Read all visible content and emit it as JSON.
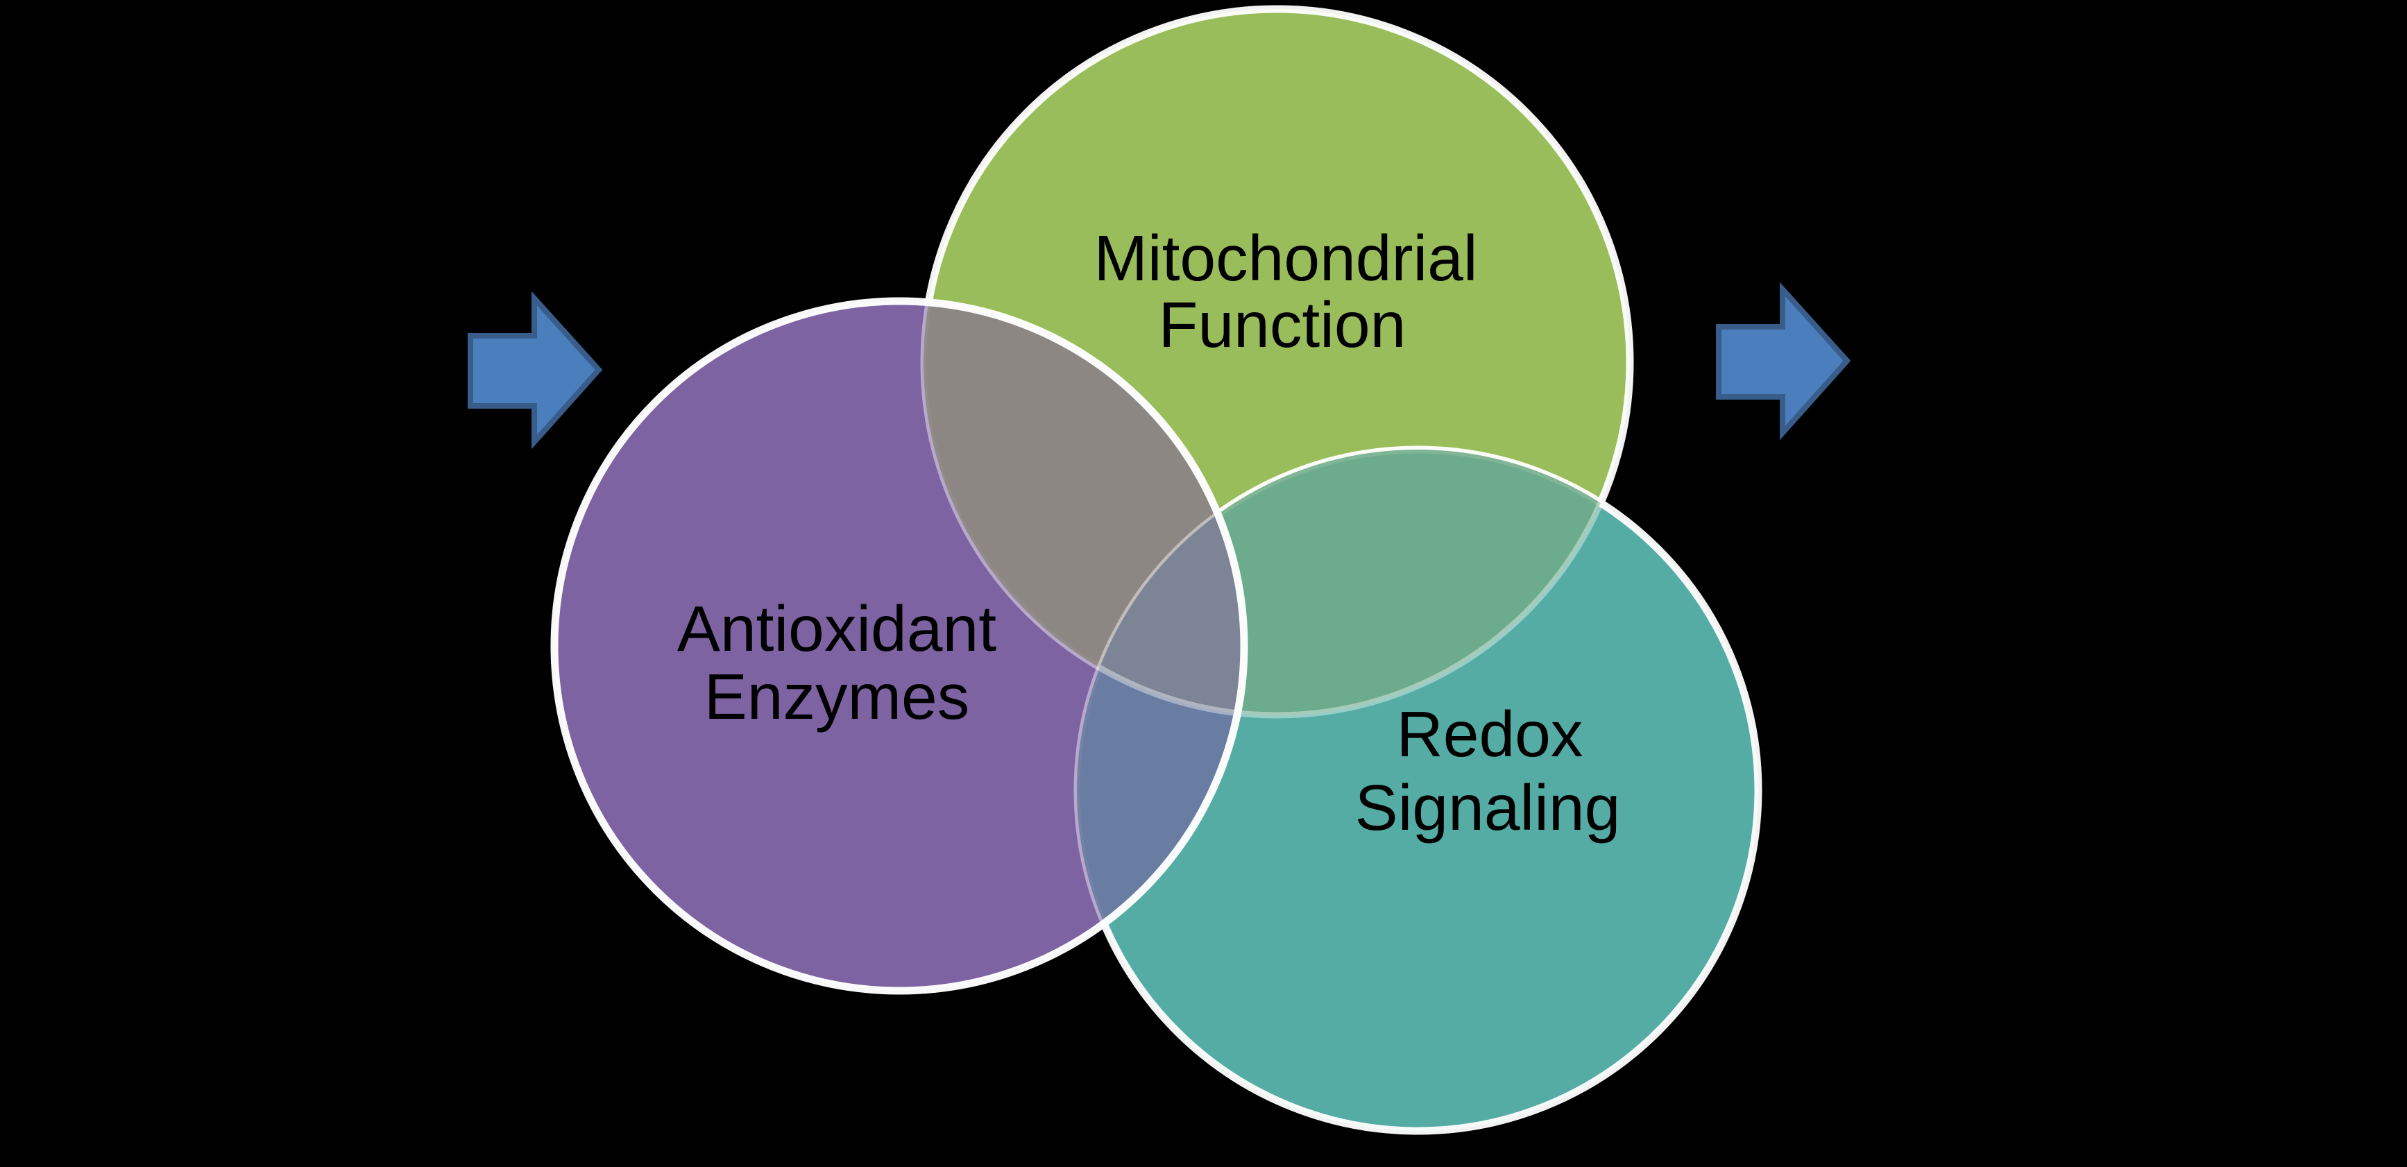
{
  "diagram": {
    "type": "venn-three-circle",
    "background": "#000000",
    "stroke_color": "#FFFFFF",
    "text_color": "#000000",
    "circles": {
      "mitochondrial": {
        "line1": "Mitochondrial",
        "line2": "Function",
        "fill": "#9ABD5B"
      },
      "antioxidant": {
        "line1": "Antioxidant",
        "line2": "Enzymes",
        "fill": "#7E63A2"
      },
      "redox": {
        "line1": "Redox",
        "line2": "Signaling",
        "fill": "#55ACA4"
      }
    },
    "overlaps": {
      "antioxidant_mitochondrial": "#8A8089",
      "mitochondrial_redox": "#6FAB87",
      "antioxidant_redox": "#6C75A0",
      "center": "#7D8496"
    },
    "arrows": {
      "fill": "#4B7EBD",
      "outline": "#385D8A"
    }
  }
}
